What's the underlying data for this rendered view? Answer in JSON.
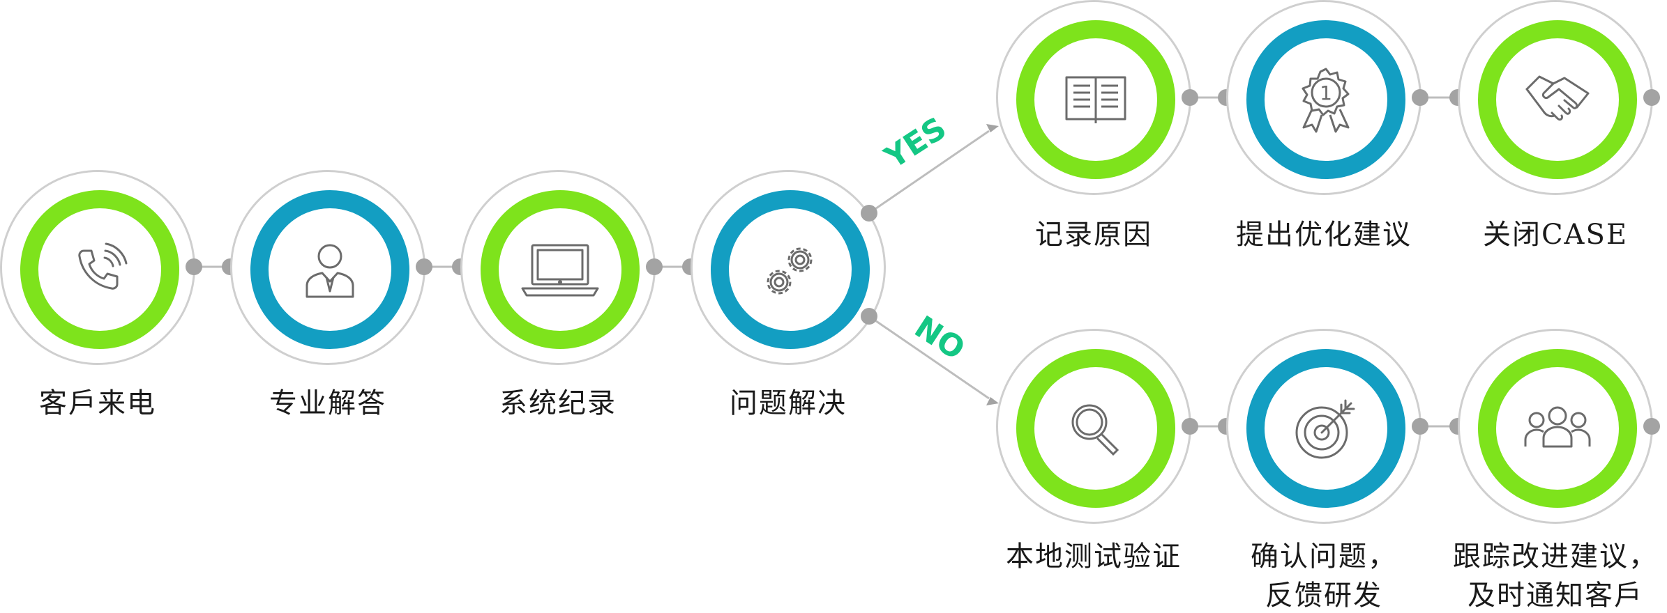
{
  "colors": {
    "green": "#7ee31c",
    "blue": "#139ec2",
    "accent": "#14c784",
    "line": "#a3a3a3"
  },
  "branches": {
    "yes_label": "YES",
    "no_label": "NO"
  },
  "steps": [
    {
      "label": "客戶来电",
      "icon": "phone-icon",
      "ring": "green"
    },
    {
      "label": "专业解答",
      "icon": "user-icon",
      "ring": "blue"
    },
    {
      "label": "系统纪录",
      "icon": "laptop-icon",
      "ring": "green"
    },
    {
      "label": "问题解决",
      "icon": "gears-icon",
      "ring": "blue"
    }
  ],
  "yes_path": [
    {
      "label": "记录原因",
      "icon": "book-icon",
      "ring": "green"
    },
    {
      "label": "提出优化建议",
      "icon": "award-icon",
      "ring": "blue"
    },
    {
      "label": "关闭CASE",
      "icon": "handshake-icon",
      "ring": "green"
    }
  ],
  "no_path": [
    {
      "label": "本地测试验证",
      "icon": "search-icon",
      "ring": "green"
    },
    {
      "label": "确认问题，",
      "label2": "反馈研发",
      "icon": "target-icon",
      "ring": "blue"
    },
    {
      "label": "跟踪改进建议，",
      "label2": "及时通知客戶",
      "icon": "team-icon",
      "ring": "green"
    }
  ]
}
